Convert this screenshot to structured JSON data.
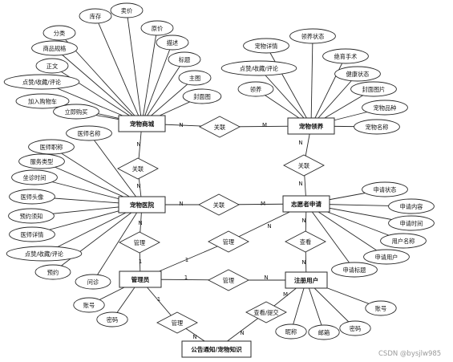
{
  "entities": {
    "product": "宠物商城",
    "supply": "宠物领养",
    "hospital": "宠物医院",
    "volunteer": "志愿者申请",
    "admin": "管理员",
    "user": "注册用户",
    "notice": "公告通知/宠物知识"
  },
  "relations": {
    "r_prod_supply": "关联",
    "r_prod_hosp": "关联",
    "r_supply_vol": "关联",
    "r_hosp_vol": "关联",
    "r_hosp_admin": "管理",
    "r_admin_vol": "管理",
    "r_user_vol": "查看",
    "r_admin_user": "管理",
    "r_admin_notice": "管理",
    "r_user_notice": "查看/提交"
  },
  "attributes": {
    "product": [
      "库存",
      "卖价",
      "分类",
      "原价",
      "商品规格",
      "描述",
      "正文",
      "标题",
      "点赞/收藏/评论",
      "主图",
      "加入购物车",
      "封面图",
      "立即购买"
    ],
    "supply": [
      "宠物详情",
      "领养状态",
      "绝育手术",
      "点赞/收藏/评论",
      "健康状态",
      "领养",
      "封面图片",
      "宠物品种",
      "宠物名称"
    ],
    "hospital": [
      "医师名称",
      "医师职称",
      "服务类型",
      "坐诊时间",
      "医师头像",
      "预约须知",
      "医师详情",
      "点赞/收藏/评论",
      "预约",
      "问诊"
    ],
    "volunteer": [
      "申请状态",
      "申请内容",
      "申请时间",
      "用户名称",
      "申请用户",
      "申请标题"
    ],
    "admin": [
      "账号",
      "密码"
    ],
    "user": [
      "账号",
      "密码",
      "邮箱",
      "昵称"
    ]
  },
  "cardinality": {
    "n": "N",
    "m": "M",
    "one": "1"
  },
  "watermark": "CSDN @bysjlw985"
}
